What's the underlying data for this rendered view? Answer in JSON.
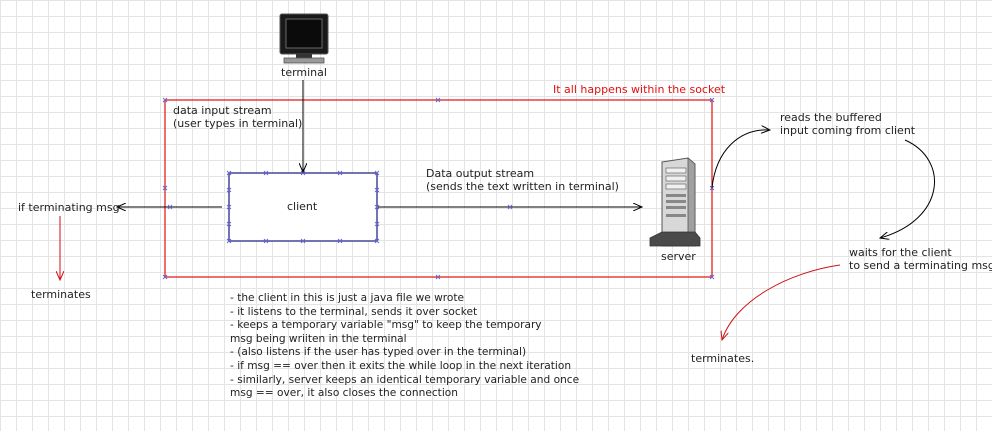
{
  "labels": {
    "terminal": "terminal",
    "socket_caption": "It all happens within the socket",
    "data_input_stream": [
      "data input stream",
      "(user types in terminal)"
    ],
    "client": "client",
    "data_output_stream": [
      "Data output stream",
      "(sends the text written in terminal)"
    ],
    "server": "server",
    "reads_buffered": [
      "reads the buffered",
      "input coming from client"
    ],
    "waits_for_client": [
      "waits for the client",
      "to send a terminating msg"
    ],
    "if_terminating": "if terminating msg",
    "terminates_left": "terminates",
    "terminates_right": "terminates."
  },
  "notes": [
    "- the client in this is just a java file we wrote",
    "- it listens to the terminal, sends it over socket",
    "- keeps a temporary variable \"msg\" to keep the temporary",
    "msg being wriiten in the terminal",
    "- (also listens if the user has typed over in the terminal)",
    "- if msg == over then it exits the while loop in the next iteration",
    "- similarly, server keeps an identical temporary variable and once",
    "msg == over, it also closes the connection"
  ],
  "colors": {
    "socket_border": "#e01010",
    "client_border": "#2a2a8a",
    "arrow": "#000000",
    "terminate_arrow": "#d01010"
  },
  "icons": [
    "monitor-icon",
    "server-tower-icon"
  ]
}
